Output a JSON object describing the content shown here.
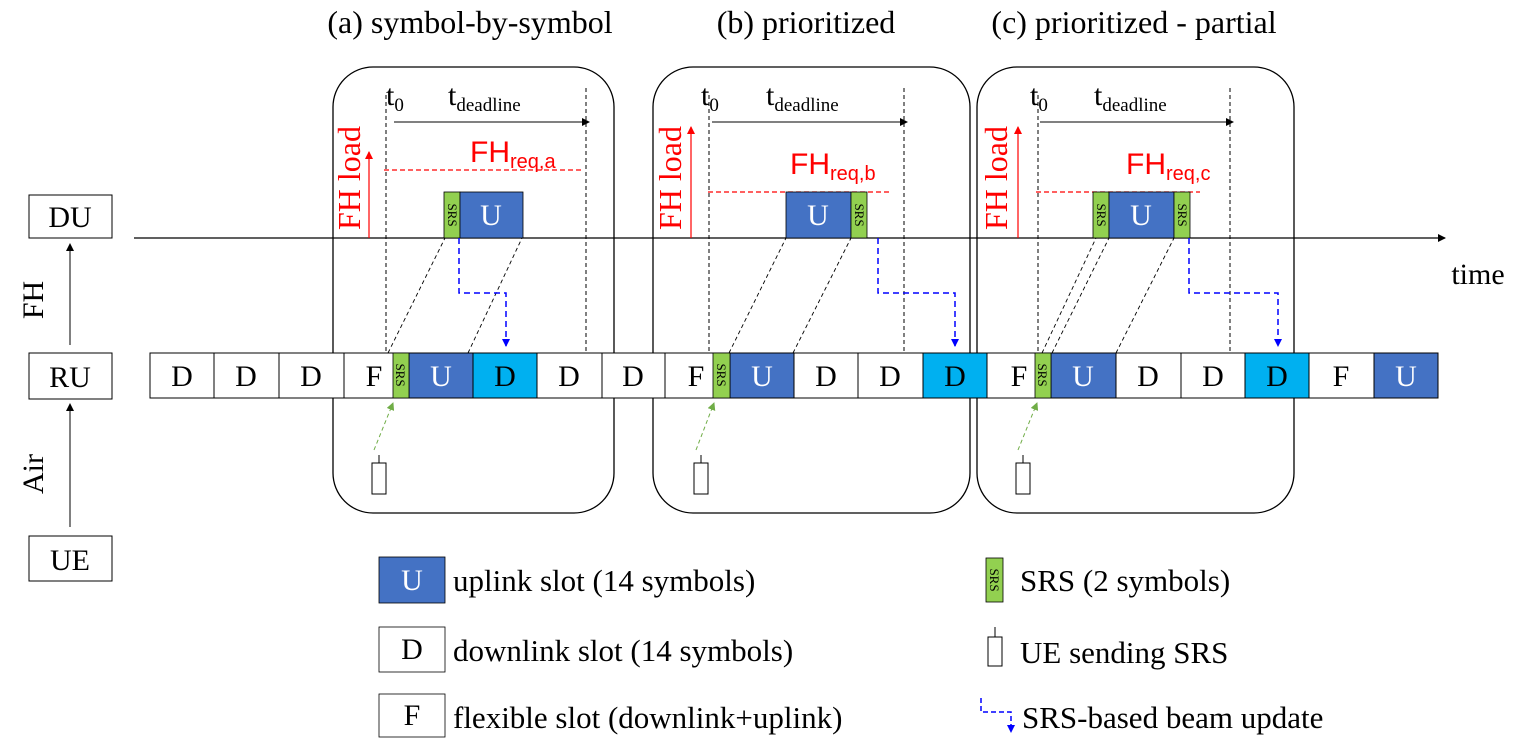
{
  "panels": [
    {
      "title": "(a) symbol-by-symbol",
      "t0_base": "t",
      "t0_sub": "0",
      "deadline_base": "t",
      "deadline_sub": "deadline",
      "fh_load": "FH load",
      "req_base": "FH",
      "req_sub": "req,a"
    },
    {
      "title": "(b) prioritized",
      "t0_base": "t",
      "t0_sub": "0",
      "deadline_base": "t",
      "deadline_sub": "deadline",
      "fh_load": "FH load",
      "req_base": "FH",
      "req_sub": "req,b"
    },
    {
      "title": "(c) prioritized - partial",
      "t0_base": "t",
      "t0_sub": "0",
      "deadline_base": "t",
      "deadline_sub": "deadline",
      "fh_load": "FH load",
      "req_base": "FH",
      "req_sub": "req,c"
    }
  ],
  "nodes": {
    "du": "DU",
    "ru": "RU",
    "ue": "UE"
  },
  "links": {
    "fh": "FH",
    "air": "Air"
  },
  "time_label": "time",
  "slot_labels": {
    "uplink": "U",
    "downlink": "D",
    "flexible": "F",
    "srs": "SRS"
  },
  "ru_slots": [
    "D",
    "D",
    "D",
    "F",
    "U",
    "D",
    "D",
    "D",
    "F",
    "U",
    "D",
    "D",
    "D",
    "F",
    "U",
    "D",
    "D",
    "D",
    "F",
    "U"
  ],
  "legend": {
    "uplink": "uplink slot (14 symbols)",
    "downlink": "downlink slot (14 symbols)",
    "flexible": "flexible slot (downlink+uplink)",
    "srs": "SRS (2 symbols)",
    "ue_srs": "UE sending SRS",
    "beam_update": "SRS-based beam update"
  },
  "colors": {
    "uplink": "#4472c4",
    "downlink_updated": "#00b0f0",
    "srs": "#92d050",
    "fh_load": "#ff0000",
    "beam_update": "#0000ff",
    "srs_arrow": "#70ad47"
  }
}
